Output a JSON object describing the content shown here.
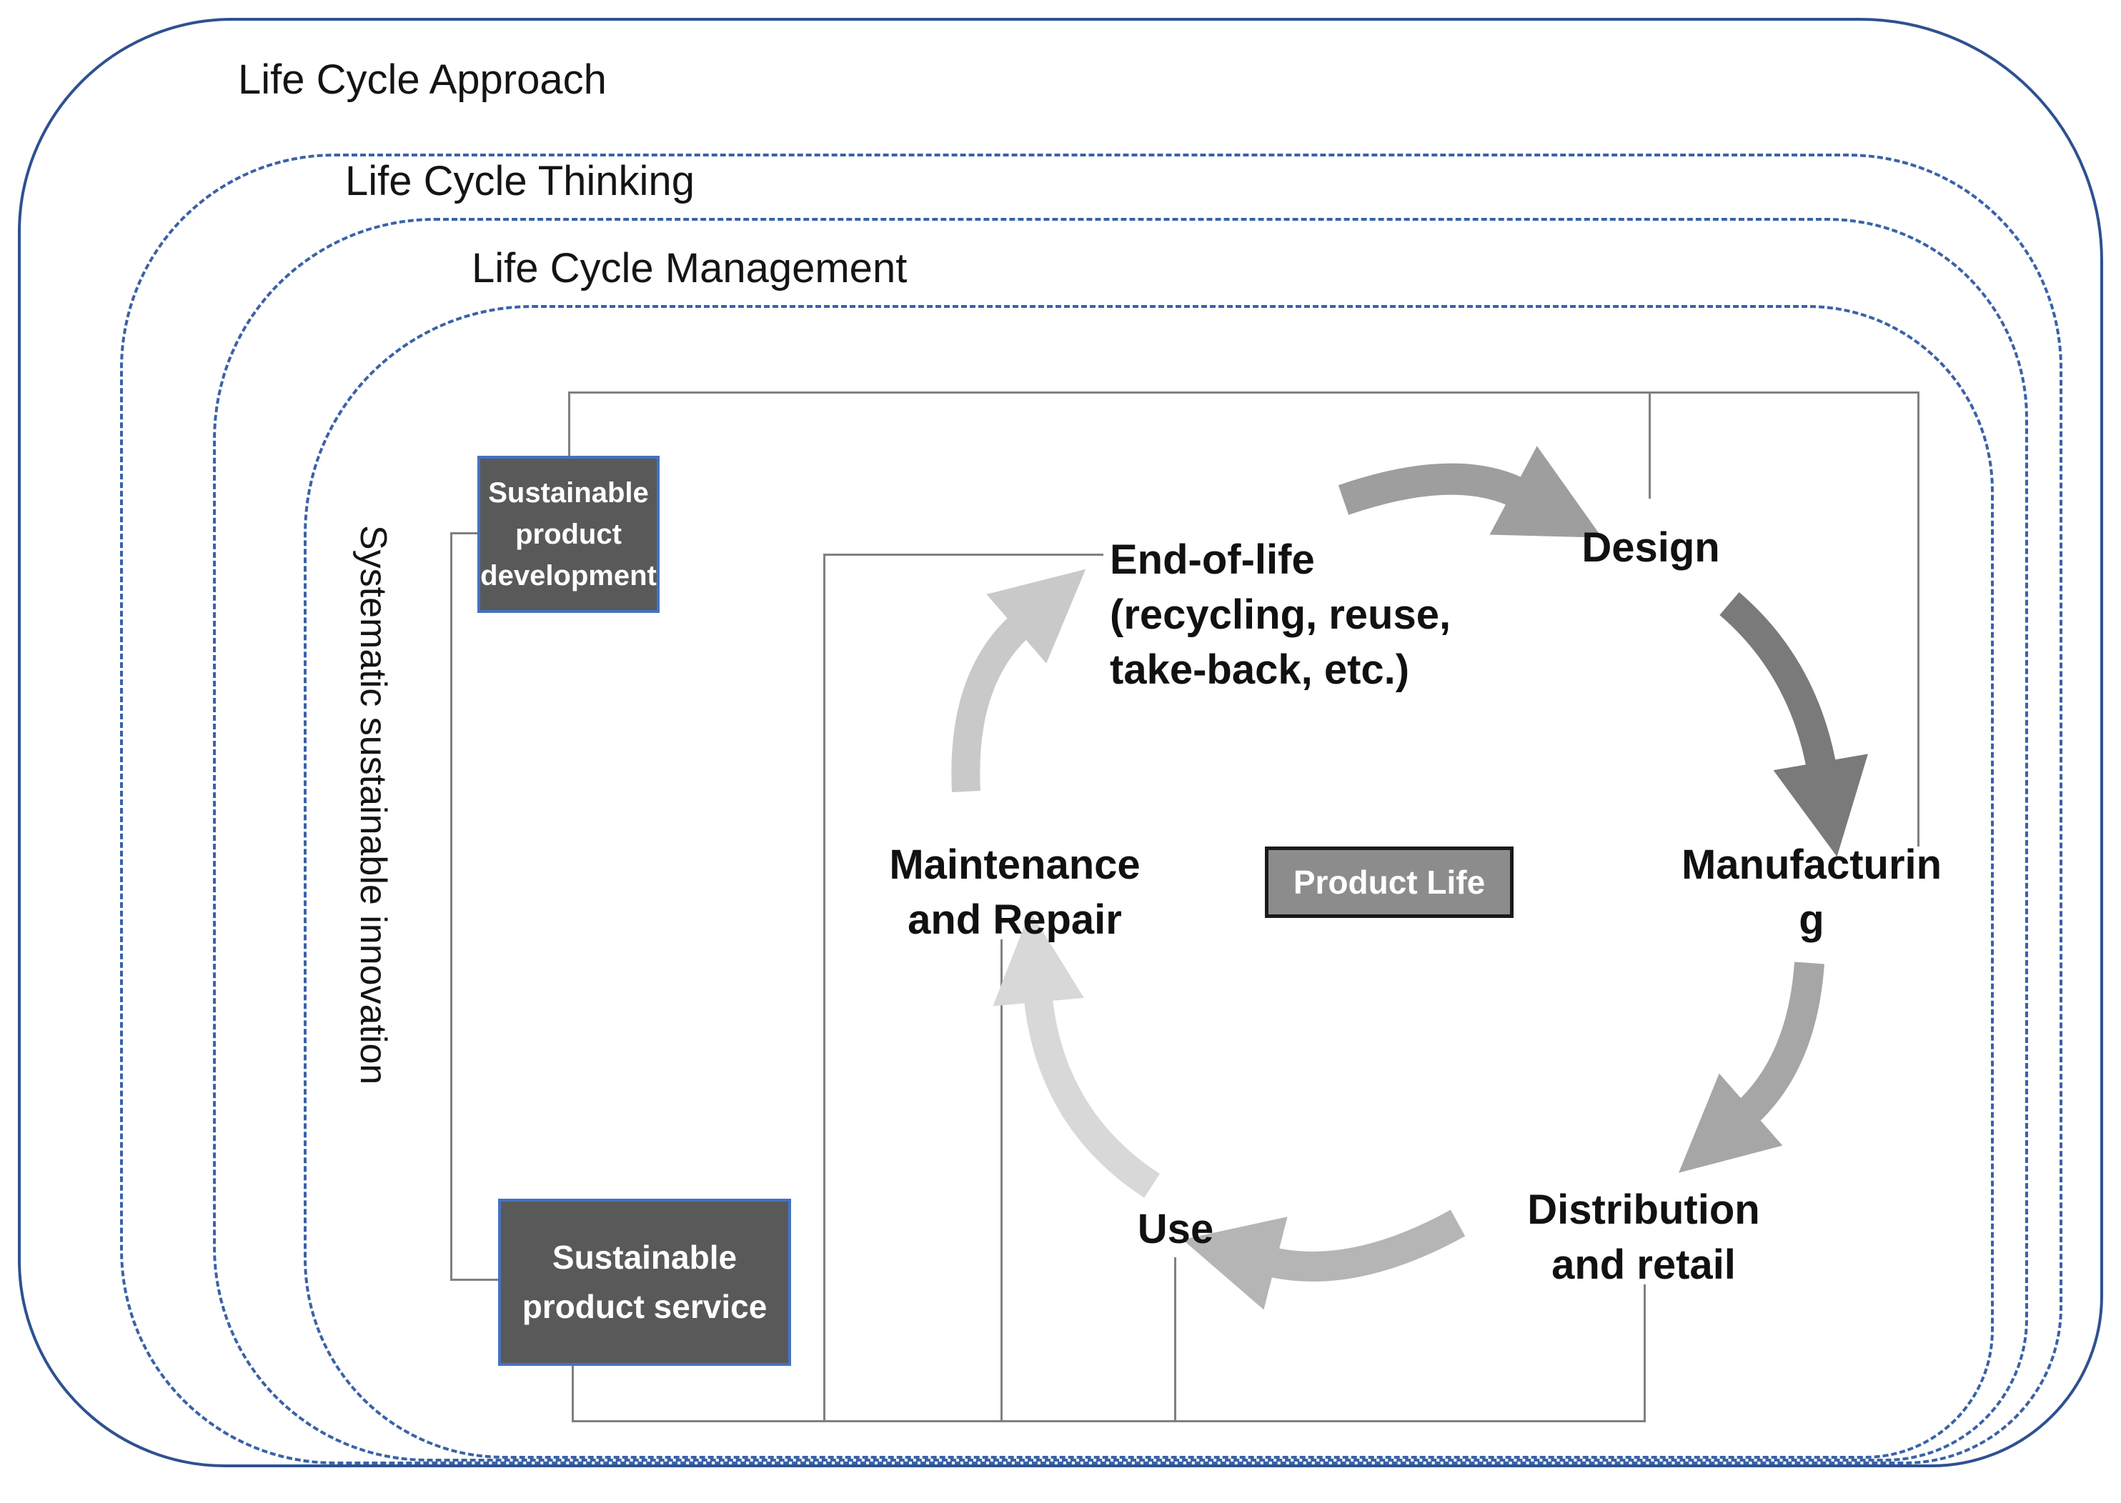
{
  "rings": {
    "approach": {
      "label": "Life Cycle Approach",
      "border_style": "solid"
    },
    "thinking": {
      "label": "Life Cycle Thinking",
      "border_style": "dashed"
    },
    "management": {
      "label": "Life Cycle Management",
      "border_style": "dashed"
    },
    "innovation": {
      "label": "Systematic sustainable innovation",
      "border_style": "dashed",
      "label_orientation": "vertical"
    }
  },
  "side_boxes": {
    "development": {
      "label": "Sustainable product development",
      "lines": [
        "Sustainable",
        "product",
        "development"
      ]
    },
    "service": {
      "label": "Sustainable product service",
      "lines": [
        "Sustainable",
        "product service"
      ]
    }
  },
  "cycle": {
    "center": {
      "label": "Product Life"
    },
    "stages": {
      "end_of_life": {
        "label": "End-of-life (recycling, reuse, take-back, etc.)",
        "lines": [
          "End-of-life",
          "(recycling, reuse,",
          "take-back, etc.)"
        ]
      },
      "design": {
        "label": "Design"
      },
      "manufacturing": {
        "label": "Manufacturing",
        "lines": [
          "Manufacturin",
          "g"
        ]
      },
      "distribution": {
        "label": "Distribution and retail",
        "lines": [
          "Distribution",
          "and retail"
        ]
      },
      "use": {
        "label": "Use"
      },
      "maintenance": {
        "label": "Maintenance and Repair",
        "lines": [
          "Maintenance",
          "and Repair"
        ]
      }
    },
    "flow": [
      {
        "from": "end_of_life",
        "to": "design"
      },
      {
        "from": "design",
        "to": "manufacturing"
      },
      {
        "from": "manufacturing",
        "to": "distribution"
      },
      {
        "from": "distribution",
        "to": "use"
      },
      {
        "from": "use",
        "to": "maintenance"
      },
      {
        "from": "maintenance",
        "to": "end_of_life"
      }
    ]
  },
  "colors": {
    "outer_border": "#2e5190",
    "dashed_border": "#3a62a7",
    "side_box_fill": "#595959",
    "side_box_border": "#4472c4",
    "product_life_fill": "#8c8c8c",
    "product_life_border": "#1a1a1a",
    "connector_line": "#808080",
    "arrow_end_of_life_to_design": "#9e9e9e",
    "arrow_design_to_manufacturing": "#7a7a7a",
    "arrow_manufacturing_to_distribution": "#a6a6a6",
    "arrow_distribution_to_use": "#b5b5b5",
    "arrow_use_to_maintenance": "#d8d8d8",
    "arrow_maintenance_to_end_of_life": "#c9c9c9"
  }
}
